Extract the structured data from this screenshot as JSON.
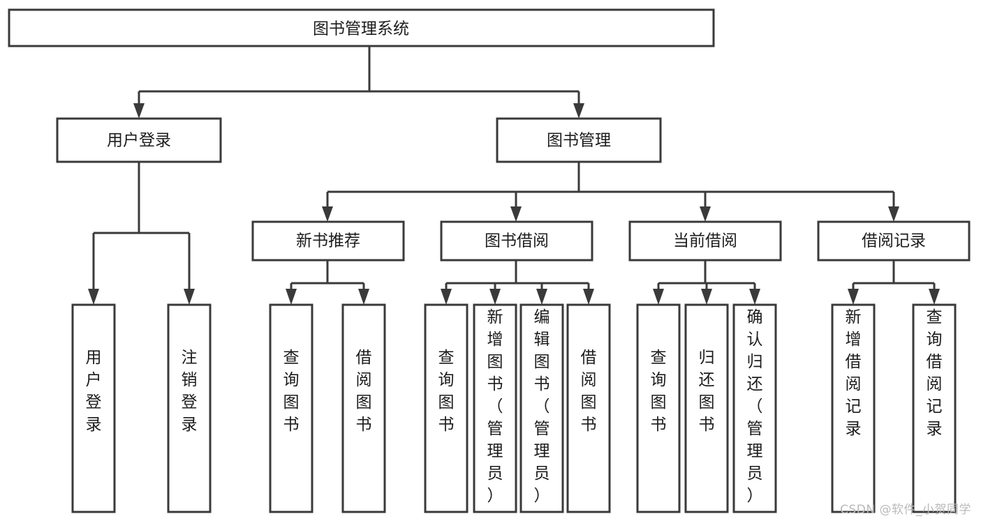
{
  "diagram": {
    "type": "hierarchy-tree",
    "title": "图书管理系统",
    "watermark": "CSDN @软件_小贺同学",
    "levels": {
      "root": {
        "label": "图书管理系统"
      },
      "level2": [
        {
          "id": "user-login",
          "label": "用户登录"
        },
        {
          "id": "book-manage",
          "label": "图书管理"
        }
      ],
      "level3": [
        {
          "id": "new-book-recommend",
          "label": "新书推荐"
        },
        {
          "id": "book-borrow",
          "label": "图书借阅"
        },
        {
          "id": "current-borrow",
          "label": "当前借阅"
        },
        {
          "id": "borrow-record",
          "label": "借阅记录"
        }
      ],
      "leaves": {
        "user_login": [
          {
            "id": "leaf-user-login",
            "label": "用户登录"
          },
          {
            "id": "leaf-logout-login",
            "label": "注销登录"
          }
        ],
        "new_book_recommend": [
          {
            "id": "leaf-query-book-1",
            "label": "查询图书"
          },
          {
            "id": "leaf-borrow-book-1",
            "label": "借阅图书"
          }
        ],
        "book_borrow": [
          {
            "id": "leaf-query-book-2",
            "label": "查询图书"
          },
          {
            "id": "leaf-add-book",
            "label": "新增图书（管理员）"
          },
          {
            "id": "leaf-edit-book",
            "label": "编辑图书（管理员）"
          },
          {
            "id": "leaf-borrow-book-2",
            "label": "借阅图书"
          }
        ],
        "current_borrow": [
          {
            "id": "leaf-query-book-3",
            "label": "查询图书"
          },
          {
            "id": "leaf-return-book",
            "label": "归还图书"
          },
          {
            "id": "leaf-confirm-return",
            "label": "确认归还（管理员）"
          }
        ],
        "borrow_record": [
          {
            "id": "leaf-add-record",
            "label": "新增借阅记录"
          },
          {
            "id": "leaf-query-record",
            "label": "查询借阅记录"
          }
        ]
      }
    },
    "colors": {
      "stroke": "#3a3a3a",
      "fill": "#ffffff",
      "text": "#1c1c1c",
      "watermark": "#b9b9b9"
    }
  }
}
